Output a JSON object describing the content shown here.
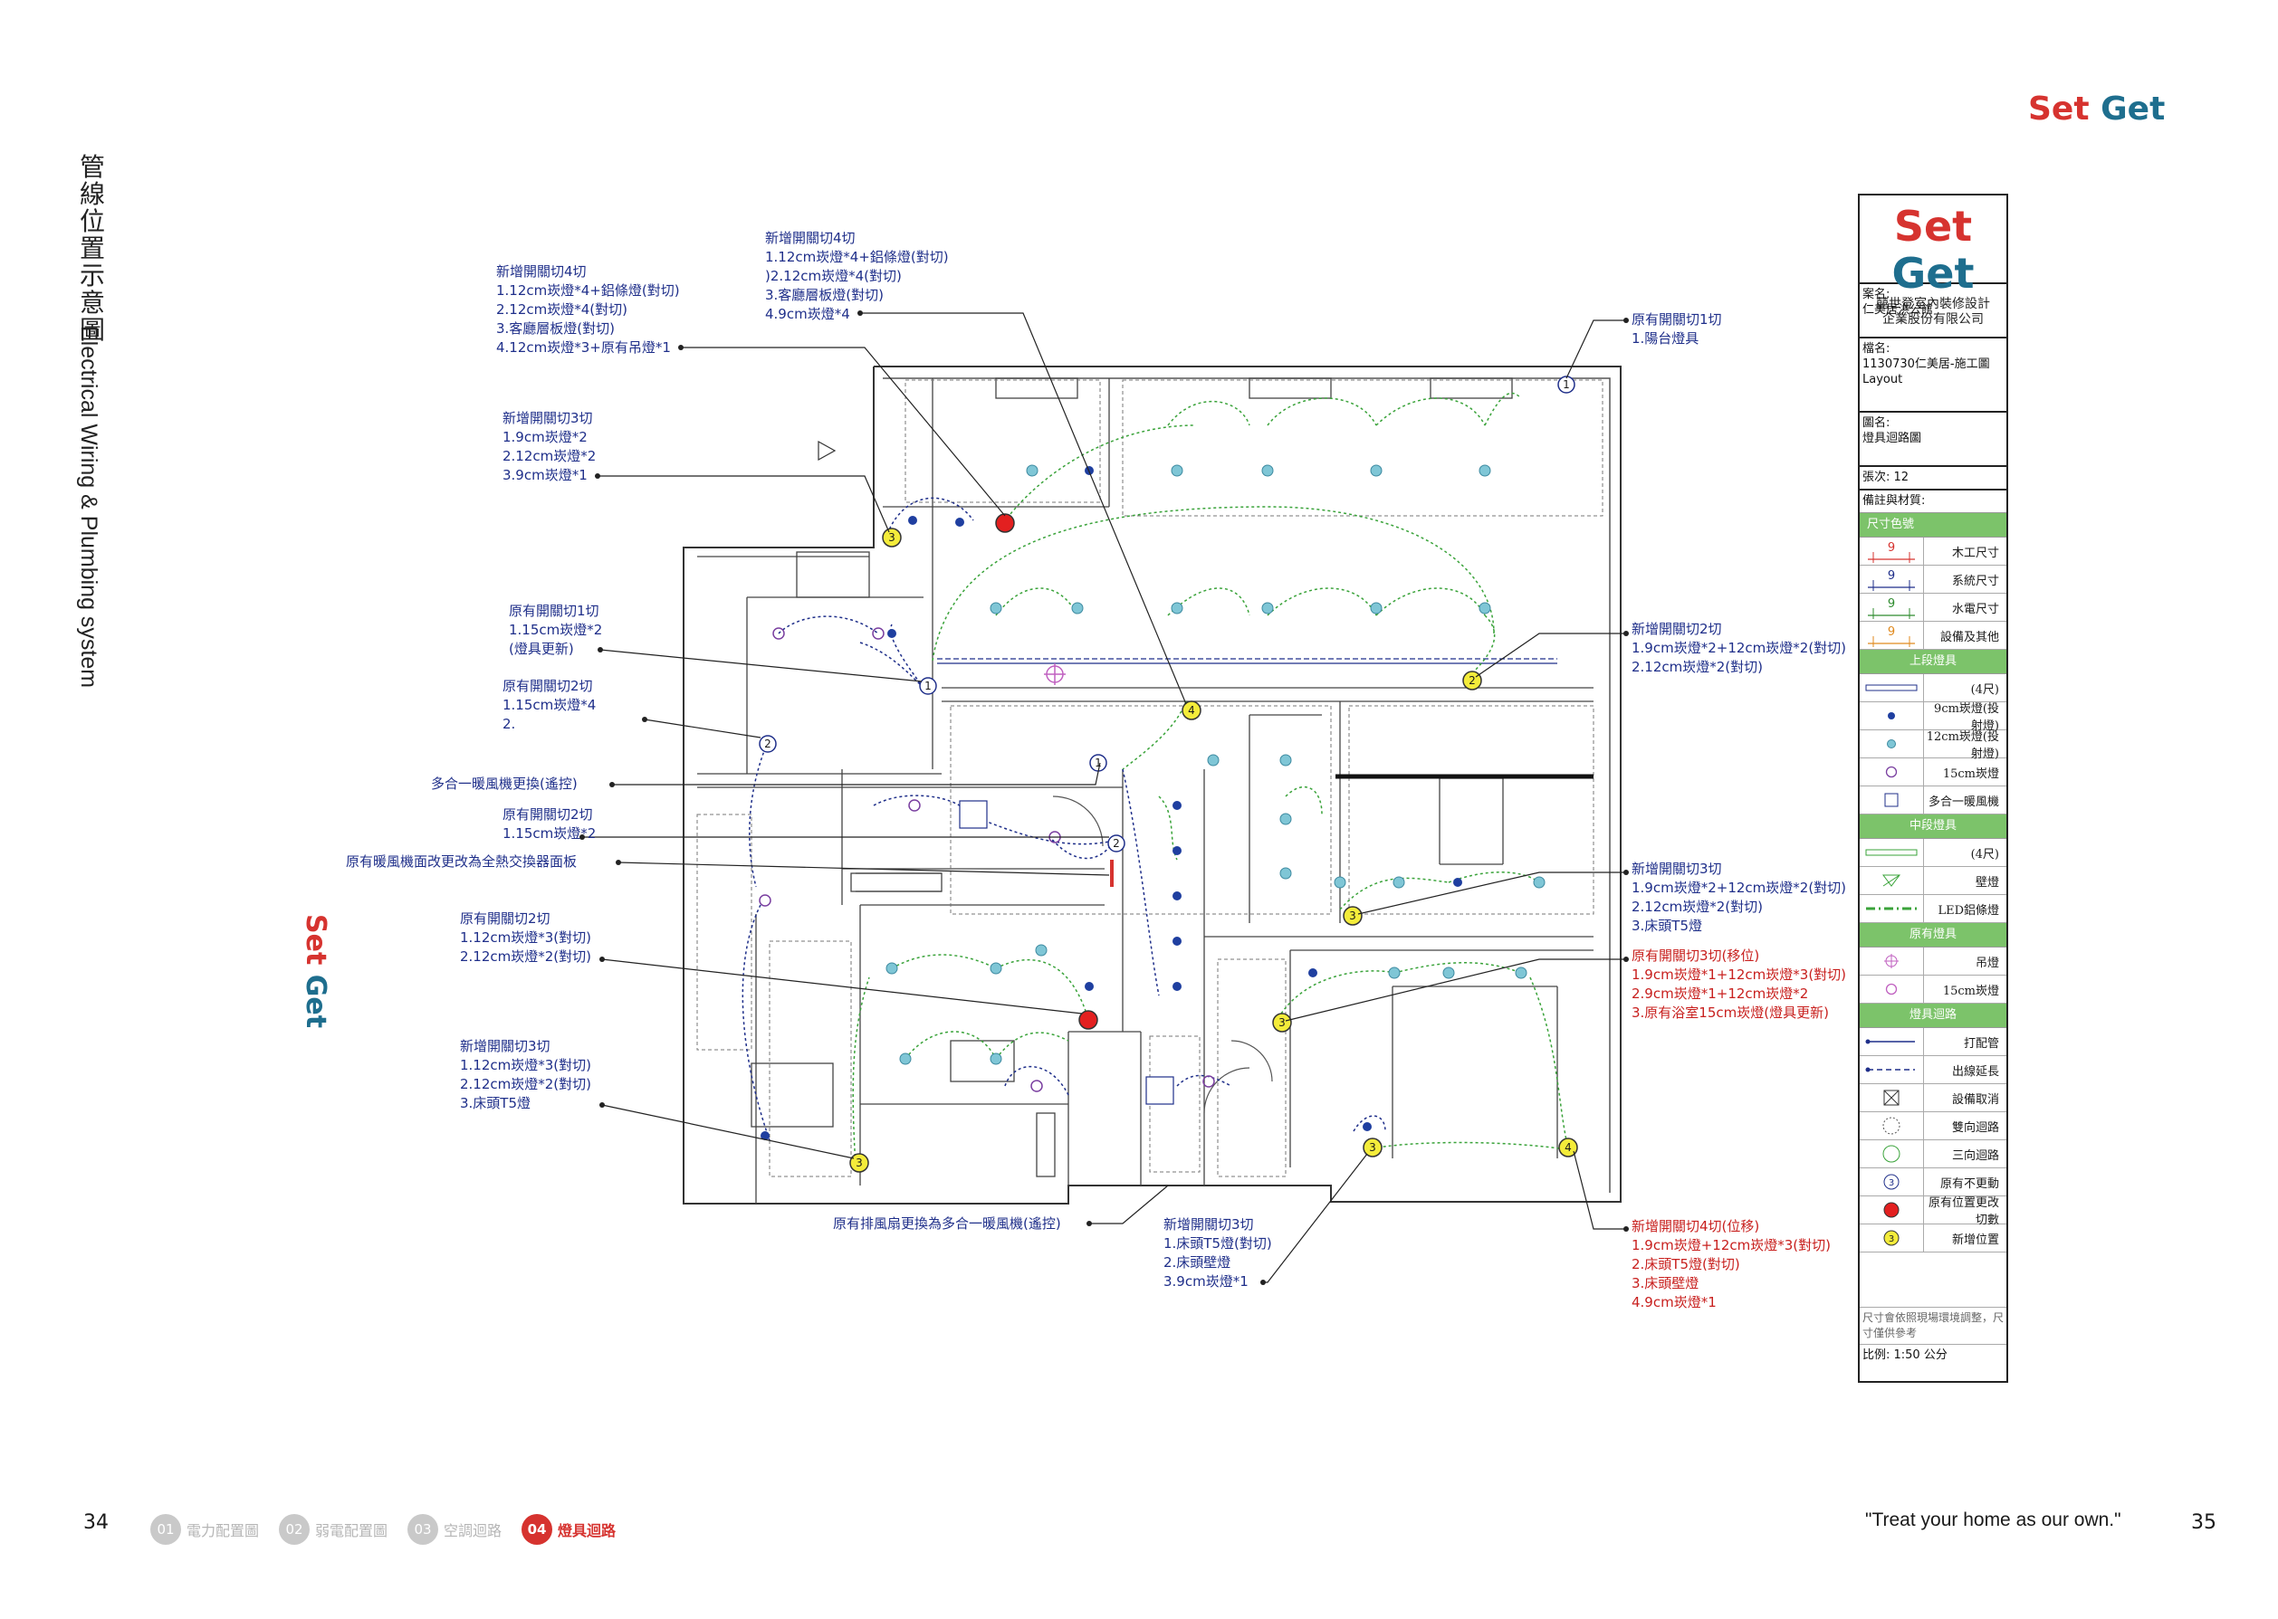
{
  "page": {
    "title_cn": "管線位置示意圖",
    "title_en": "Electrical Wiring & Plumbing system",
    "brand_set": "Set",
    "brand_get": "Get",
    "page_left": "34",
    "page_right": "35",
    "slogan": "\"Treat your home as our own.\""
  },
  "tabs": [
    {
      "num": "01",
      "label": "電力配置圖"
    },
    {
      "num": "02",
      "label": "弱電配置圖"
    },
    {
      "num": "03",
      "label": "空調迴路"
    },
    {
      "num": "04",
      "label": "燈具迴路"
    }
  ],
  "notes": {
    "n1": {
      "head": "新增開關切4切",
      "lines": "1.12cm崁燈*4+鋁條燈(對切)\n2.12cm崁燈*4(對切)\n3.客廳層板燈(對切)\n4.12cm崁燈*3+原有吊燈*1"
    },
    "n2": {
      "head": "新增開關切4切",
      "lines": "1.12cm崁燈*4+鋁條燈(對切)\n)2.12cm崁燈*4(對切)\n3.客廳層板燈(對切)\n4.9cm崁燈*4"
    },
    "n3": {
      "head": "新增開關切3切",
      "lines": "1.9cm崁燈*2\n2.12cm崁燈*2\n3.9cm崁燈*1"
    },
    "n4": {
      "head": "原有開關切1切",
      "lines": "1.15cm崁燈*2\n(燈具更新)"
    },
    "n5": {
      "head": "原有開關切2切",
      "lines": "1.15cm崁燈*4\n2."
    },
    "n6": {
      "head": "多合一暖風機更換(遙控)",
      "lines": ""
    },
    "n7": {
      "head": "原有開關切2切",
      "lines": "1.15cm崁燈*2"
    },
    "n8": {
      "head": "原有暖風機面改更改為全熱交換器面板",
      "lines": ""
    },
    "n9": {
      "head": "原有開關切2切",
      "lines": "1.12cm崁燈*3(對切)\n2.12cm崁燈*2(對切)"
    },
    "n10": {
      "head": "新增開關切3切",
      "lines": "1.12cm崁燈*3(對切)\n2.12cm崁燈*2(對切)\n3.床頭T5燈"
    },
    "n11": {
      "head": "原有排風扇更換為多合一暖風機(遙控)",
      "lines": ""
    },
    "n12": {
      "head": "新增開關切3切",
      "lines": "1.床頭T5燈(對切)\n2.床頭壁燈\n3.9cm崁燈*1"
    },
    "r1": {
      "head": "原有開關切1切",
      "lines": "1.陽台燈具"
    },
    "r2": {
      "head": "新增開關切2切",
      "lines": "1.9cm崁燈*2+12cm崁燈*2(對切)\n2.12cm崁燈*2(對切)"
    },
    "r3": {
      "head": "新增開關切3切",
      "lines": "1.9cm崁燈*2+12cm崁燈*2(對切)\n2.12cm崁燈*2(對切)\n3.床頭T5燈"
    },
    "r4": {
      "head": "原有開關切3切(移位)",
      "lines": "1.9cm崁燈*1+12cm崁燈*3(對切)\n2.9cm崁燈*1+12cm崁燈*2\n3.原有浴室15cm崁燈(燈具更新)"
    },
    "r5": {
      "head": "新增開關切4切(位移)",
      "lines": "1.9cm崁燈+12cm崁燈*3(對切)\n2.床頭T5燈(對切)\n3.床頭壁燈\n4.9cm崁燈*1"
    }
  },
  "legend": {
    "company_cn1": "囍世登室內裝修設計",
    "company_cn2": "企業股份有限公司",
    "case_label": "案名:",
    "case_value": "仁美居洪公館",
    "file_label": "檔名:",
    "file_value1": "1130730仁美居-施工圖",
    "file_value2": "Layout",
    "drawing_label": "圖名:",
    "drawing_value": "燈具迴路圖",
    "sheet_label": "張次:",
    "sheet_value": "12",
    "remark_label": "備註與材質:",
    "sec_dim": "尺寸色號",
    "dim_rows": [
      {
        "num": "9",
        "color": "#d6332f",
        "label": "木工尺寸"
      },
      {
        "num": "9",
        "color": "#1f2f8a",
        "label": "系統尺寸"
      },
      {
        "num": "9",
        "color": "#2e8b2e",
        "label": "水電尺寸"
      },
      {
        "num": "9",
        "color": "#e08a1e",
        "label": "設備及其他"
      }
    ],
    "sec_upper": "上段燈具",
    "upper_rows": [
      {
        "sym": "tube",
        "label": "(4尺)"
      },
      {
        "sym": "dot9",
        "label": "9cm崁燈(投射燈)"
      },
      {
        "sym": "dot12",
        "label": "12cm崁燈(投射燈)"
      },
      {
        "sym": "ring15",
        "label": "15cm崁燈"
      },
      {
        "sym": "heater",
        "label": "多合一暖風機"
      }
    ],
    "sec_mid": "中段燈具",
    "mid_rows": [
      {
        "sym": "tube2",
        "label": "(4尺)"
      },
      {
        "sym": "wall",
        "label": "壁燈"
      },
      {
        "sym": "led",
        "label": "LED鋁條燈"
      }
    ],
    "sec_orig": "原有燈具",
    "orig_rows": [
      {
        "sym": "pendant",
        "label": "吊燈"
      },
      {
        "sym": "ring15p",
        "label": "15cm崁燈"
      }
    ],
    "sec_circuit": "燈具迴路",
    "circuit_rows": [
      {
        "sym": "pipe",
        "label": "打配管"
      },
      {
        "sym": "ext",
        "label": "出線延長"
      },
      {
        "sym": "cancel",
        "label": "設備取消"
      },
      {
        "sym": "two",
        "label": "雙向迴路"
      },
      {
        "sym": "three",
        "label": "三向迴路"
      },
      {
        "sym": "keep",
        "label": "原有不更動"
      },
      {
        "sym": "move",
        "label": "原有位置更改切數"
      },
      {
        "sym": "new",
        "label": "新增位置"
      }
    ],
    "footnote": "尺寸會依照現場環境調整，尺寸僅供參考",
    "scale": "比例: 1:50 公分"
  }
}
